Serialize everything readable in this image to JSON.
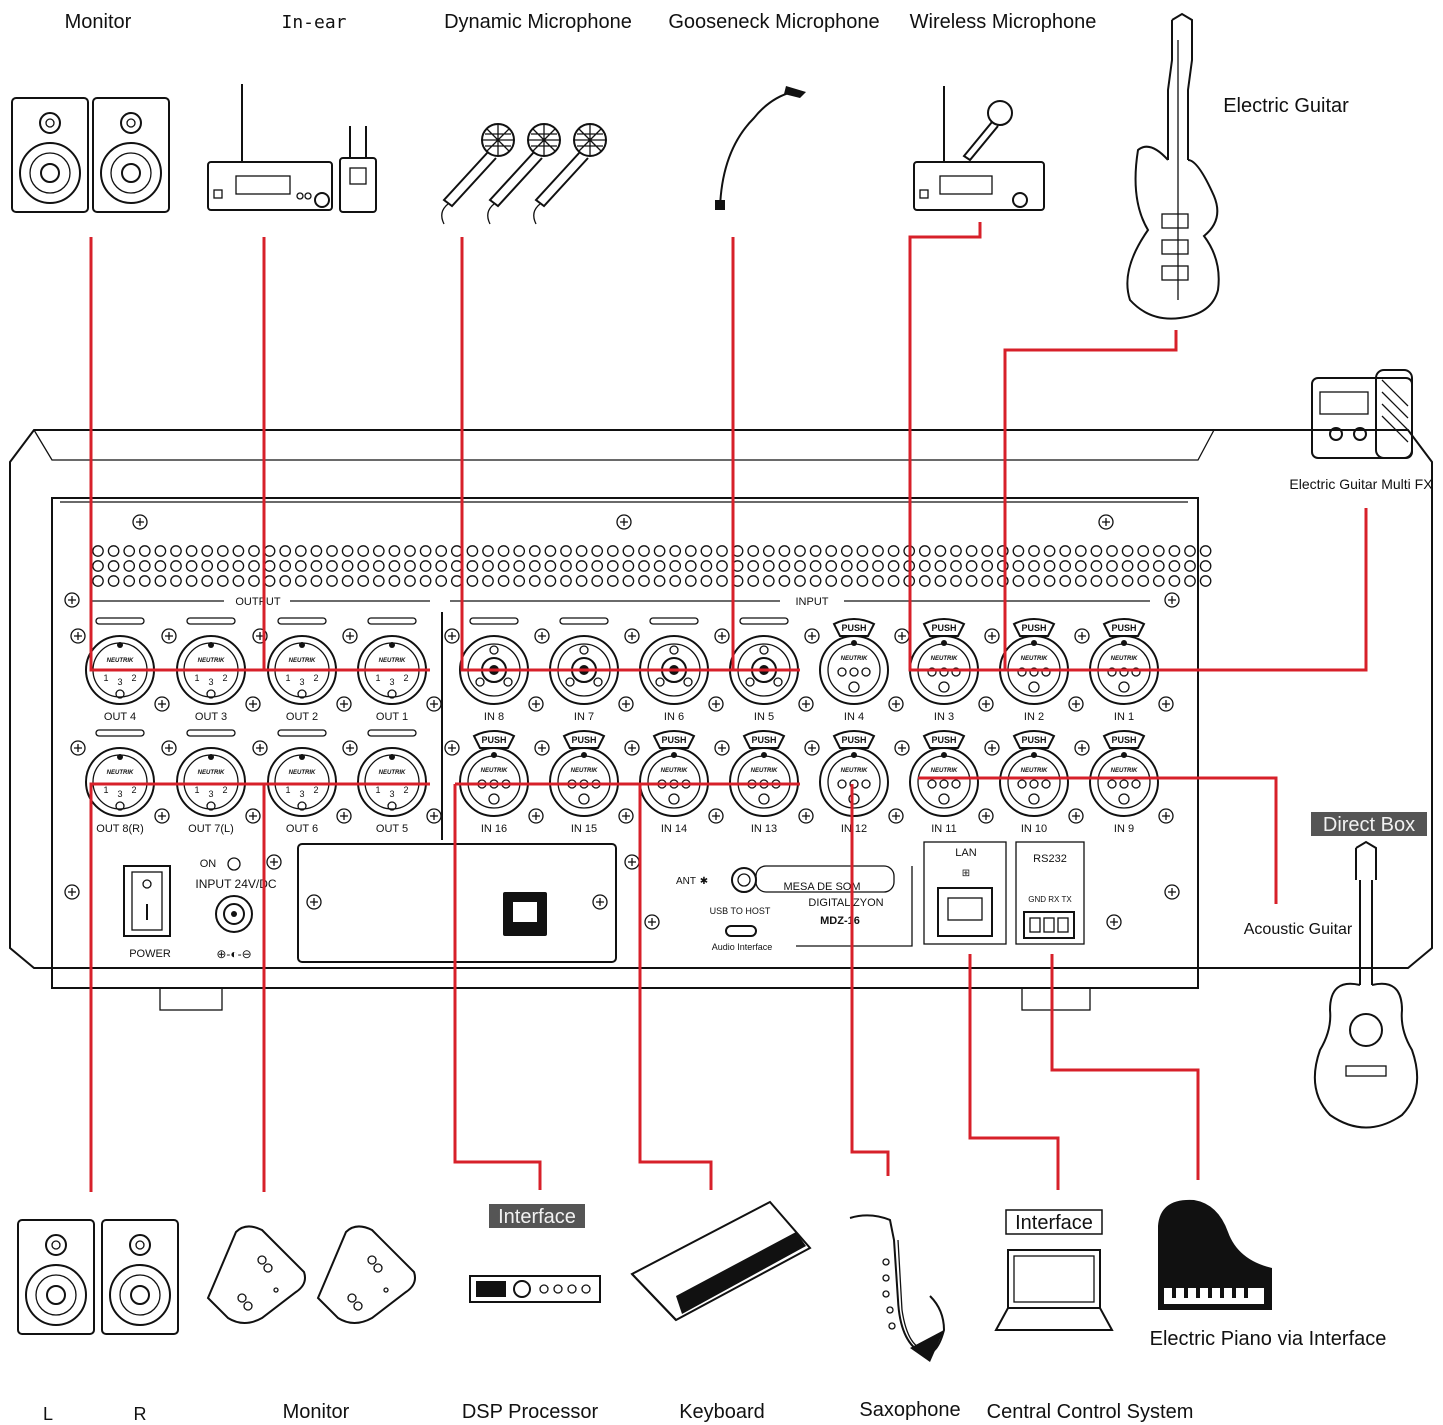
{
  "top_devices": {
    "monitor": "Monitor",
    "in_ear": "In-ear",
    "dynamic_mic": "Dynamic Microphone",
    "gooseneck_mic": "Gooseneck Microphone",
    "wireless_mic": "Wireless Microphone",
    "electric_guitar": "Electric Guitar",
    "guitar_fx": "Electric Guitar Multi FX"
  },
  "right_devices": {
    "direct_box": "Direct Box",
    "acoustic_guitar": "Acoustic Guitar"
  },
  "bottom_devices": {
    "left": "L",
    "right": "R",
    "monitor": "Monitor",
    "dsp": "DSP Processor",
    "dsp_tag": "Interface",
    "keyboard": "Keyboard",
    "sax": "Saxophone",
    "ccs": "Central Control System",
    "ccs_tag": "Interface",
    "epiano": "Electric Piano via Interface"
  },
  "mixer": {
    "output_section": "OUTPUT",
    "input_section": "INPUT",
    "outputs_top": [
      "OUT 4",
      "OUT 3",
      "OUT 2",
      "OUT 1"
    ],
    "outputs_bottom": [
      "OUT 8(R)",
      "OUT 7(L)",
      "OUT 6",
      "OUT 5"
    ],
    "inputs_top": [
      "IN 8",
      "IN 7",
      "IN 6",
      "IN 5",
      "IN 4",
      "IN 3",
      "IN 2",
      "IN 1"
    ],
    "inputs_bottom": [
      "IN 16",
      "IN 15",
      "IN 14",
      "IN 13",
      "IN 12",
      "IN 11",
      "IN 10",
      "IN 9"
    ],
    "push": "PUSH",
    "brand_on_connector": "NEUTRIK",
    "pins": [
      "1",
      "3",
      "2"
    ],
    "power": "POWER",
    "on": "ON",
    "input_dc": "INPUT 24V/DC",
    "ant": "ANT",
    "usb_host": "USB TO HOST",
    "audio_interface": "Audio Interface",
    "model_line1": "MESA DE SOM",
    "model_line2": "DIGITAL ZYON",
    "model": "MDZ-16",
    "lan": "LAN",
    "rs232": "RS232",
    "rs232_pins": "GND  RX  TX"
  },
  "colors": {
    "wire": "#d7202a",
    "line": "#111111",
    "tag": "#555555"
  }
}
